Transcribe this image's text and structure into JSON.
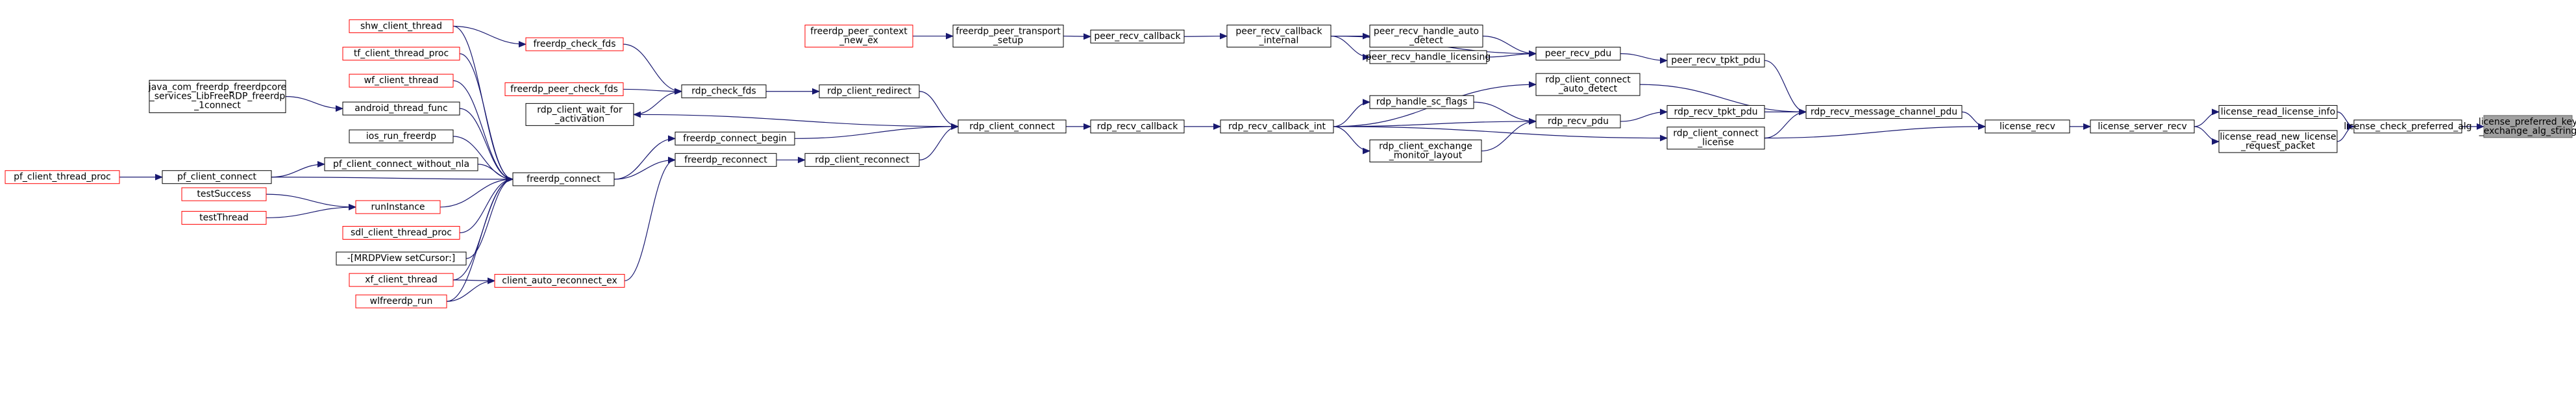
{
  "colors": {
    "edge": "#191970",
    "box_border_black": "#000000",
    "box_border_red": "#ff0000",
    "box_fill": "#ffffff",
    "root_fill": "#a0a0a0",
    "root_border": "#666666"
  },
  "nodes": [
    {
      "id": "root",
      "lines": [
        "license_preferred_key",
        "_exchange_alg_string"
      ],
      "style": "root"
    },
    {
      "id": "lcpa",
      "lines": [
        "license_check_preferred_alg"
      ],
      "style": "black"
    },
    {
      "id": "lrli",
      "lines": [
        "license_read_license_info"
      ],
      "style": "black"
    },
    {
      "id": "lrnl",
      "lines": [
        "license_read_new_license",
        "_request_packet"
      ],
      "style": "black"
    },
    {
      "id": "lsr",
      "lines": [
        "license_server_recv"
      ],
      "style": "black"
    },
    {
      "id": "lr",
      "lines": [
        "license_recv"
      ],
      "style": "black"
    },
    {
      "id": "rrmcp",
      "lines": [
        "rdp_recv_message_channel_pdu"
      ],
      "style": "black"
    },
    {
      "id": "rccl",
      "lines": [
        "rdp_client_connect",
        "_license"
      ],
      "style": "black"
    },
    {
      "id": "rrtp",
      "lines": [
        "rdp_recv_tpkt_pdu"
      ],
      "style": "black"
    },
    {
      "id": "prtp",
      "lines": [
        "peer_recv_tpkt_pdu"
      ],
      "style": "black"
    },
    {
      "id": "rcad",
      "lines": [
        "rdp_client_connect",
        "_auto_detect"
      ],
      "style": "black"
    },
    {
      "id": "rrp",
      "lines": [
        "rdp_recv_pdu"
      ],
      "style": "black"
    },
    {
      "id": "prp",
      "lines": [
        "peer_recv_pdu"
      ],
      "style": "black"
    },
    {
      "id": "rrci",
      "lines": [
        "rdp_recv_callback_int"
      ],
      "style": "black"
    },
    {
      "id": "rhsf",
      "lines": [
        "rdp_handle_sc_flags"
      ],
      "style": "black"
    },
    {
      "id": "rceml",
      "lines": [
        "rdp_client_exchange",
        "_monitor_layout"
      ],
      "style": "black"
    },
    {
      "id": "prha",
      "lines": [
        "peer_recv_handle_auto",
        "_detect"
      ],
      "style": "black"
    },
    {
      "id": "prhl",
      "lines": [
        "peer_recv_handle_licensing"
      ],
      "style": "black"
    },
    {
      "id": "prci",
      "lines": [
        "peer_recv_callback",
        "_internal"
      ],
      "style": "black"
    },
    {
      "id": "rrc",
      "lines": [
        "rdp_recv_callback"
      ],
      "style": "black"
    },
    {
      "id": "prc",
      "lines": [
        "peer_recv_callback"
      ],
      "style": "black"
    },
    {
      "id": "rcc",
      "lines": [
        "rdp_client_connect"
      ],
      "style": "black"
    },
    {
      "id": "fpts",
      "lines": [
        "freerdp_peer_transport",
        "_setup"
      ],
      "style": "black"
    },
    {
      "id": "fpcn",
      "lines": [
        "freerdp_peer_context",
        "_new_ex"
      ],
      "style": "red"
    },
    {
      "id": "rcr",
      "lines": [
        "rdp_client_redirect"
      ],
      "style": "black"
    },
    {
      "id": "rcrc",
      "lines": [
        "rdp_client_reconnect"
      ],
      "style": "black"
    },
    {
      "id": "rcfds",
      "lines": [
        "rdp_check_fds"
      ],
      "style": "black"
    },
    {
      "id": "fcb",
      "lines": [
        "freerdp_connect_begin"
      ],
      "style": "black"
    },
    {
      "id": "frc",
      "lines": [
        "freerdp_reconnect"
      ],
      "style": "black"
    },
    {
      "id": "rcwa",
      "lines": [
        "rdp_client_wait_for",
        "_activation"
      ],
      "style": "black"
    },
    {
      "id": "fcfds",
      "lines": [
        "freerdp_check_fds"
      ],
      "style": "red"
    },
    {
      "id": "fpcf",
      "lines": [
        "freerdp_peer_check_fds"
      ],
      "style": "red"
    },
    {
      "id": "fc",
      "lines": [
        "freerdp_connect"
      ],
      "style": "black"
    },
    {
      "id": "care",
      "lines": [
        "client_auto_reconnect_ex"
      ],
      "style": "red"
    },
    {
      "id": "shw",
      "lines": [
        "shw_client_thread"
      ],
      "style": "red"
    },
    {
      "id": "tfct",
      "lines": [
        "tf_client_thread_proc"
      ],
      "style": "red"
    },
    {
      "id": "wfct",
      "lines": [
        "wf_client_thread"
      ],
      "style": "red"
    },
    {
      "id": "atf",
      "lines": [
        "android_thread_func"
      ],
      "style": "black"
    },
    {
      "id": "jni",
      "lines": [
        "java_com_freerdp_freerdpcore",
        "_services_LibFreeRDP_freerdp",
        "_1connect"
      ],
      "style": "black"
    },
    {
      "id": "ios",
      "lines": [
        "ios_run_freerdp"
      ],
      "style": "black"
    },
    {
      "id": "pccn",
      "lines": [
        "pf_client_connect_without_nla"
      ],
      "style": "black"
    },
    {
      "id": "pcc",
      "lines": [
        "pf_client_connect"
      ],
      "style": "black"
    },
    {
      "id": "pctp",
      "lines": [
        "pf_client_thread_proc"
      ],
      "style": "red"
    },
    {
      "id": "ri",
      "lines": [
        "runInstance"
      ],
      "style": "red"
    },
    {
      "id": "ts",
      "lines": [
        "testSuccess"
      ],
      "style": "red"
    },
    {
      "id": "tt",
      "lines": [
        "testThread"
      ],
      "style": "red"
    },
    {
      "id": "sdl",
      "lines": [
        "sdl_client_thread_proc"
      ],
      "style": "red"
    },
    {
      "id": "mrdp",
      "lines": [
        "-[MRDPView setCursor:]"
      ],
      "style": "black"
    },
    {
      "id": "xfct",
      "lines": [
        "xf_client_thread"
      ],
      "style": "red"
    },
    {
      "id": "wlf",
      "lines": [
        "wlfreerdp_run"
      ],
      "style": "red"
    }
  ],
  "edges": [
    [
      "lcpa",
      "root"
    ],
    [
      "lrli",
      "lcpa"
    ],
    [
      "lrnl",
      "lcpa"
    ],
    [
      "lsr",
      "lrli"
    ],
    [
      "lsr",
      "lrnl"
    ],
    [
      "lr",
      "lsr"
    ],
    [
      "rrmcp",
      "lr"
    ],
    [
      "rccl",
      "lr"
    ],
    [
      "rrtp",
      "rrmcp"
    ],
    [
      "prtp",
      "rrmcp"
    ],
    [
      "rcad",
      "rrmcp"
    ],
    [
      "rccl",
      "rrmcp"
    ],
    [
      "rrp",
      "rrtp"
    ],
    [
      "prp",
      "prtp"
    ],
    [
      "rrci",
      "rrp"
    ],
    [
      "rhsf",
      "rrp"
    ],
    [
      "rceml",
      "rrp"
    ],
    [
      "prha",
      "prp"
    ],
    [
      "prhl",
      "prp"
    ],
    [
      "prci",
      "prp"
    ],
    [
      "rrci",
      "rccl"
    ],
    [
      "rrci",
      "rcad"
    ],
    [
      "rrci",
      "rhsf"
    ],
    [
      "rrci",
      "rceml"
    ],
    [
      "rrc",
      "rrci"
    ],
    [
      "rcc",
      "rrc"
    ],
    [
      "prci",
      "prha"
    ],
    [
      "prci",
      "prhl"
    ],
    [
      "prc",
      "prci"
    ],
    [
      "fpts",
      "prc"
    ],
    [
      "fpcn",
      "fpts"
    ],
    [
      "rcr",
      "rcc"
    ],
    [
      "rcrc",
      "rcc"
    ],
    [
      "fcb",
      "rcc"
    ],
    [
      "rcc",
      "rcwa"
    ],
    [
      "rcfds",
      "rcr"
    ],
    [
      "frc",
      "rcrc"
    ],
    [
      "fcfds",
      "rcfds"
    ],
    [
      "fpcf",
      "rcfds"
    ],
    [
      "rcwa",
      "rcfds"
    ],
    [
      "fc",
      "fcb"
    ],
    [
      "care",
      "frc"
    ],
    [
      "fc",
      "frc"
    ],
    [
      "shw",
      "fcfds"
    ],
    [
      "shw",
      "fc"
    ],
    [
      "tfct",
      "fc"
    ],
    [
      "wfct",
      "fc"
    ],
    [
      "atf",
      "fc"
    ],
    [
      "ios",
      "fc"
    ],
    [
      "pccn",
      "fc"
    ],
    [
      "pcc",
      "fc"
    ],
    [
      "ri",
      "fc"
    ],
    [
      "sdl",
      "fc"
    ],
    [
      "mrdp",
      "fc"
    ],
    [
      "xfct",
      "fc"
    ],
    [
      "wlf",
      "fc"
    ],
    [
      "jni",
      "atf"
    ],
    [
      "pcc",
      "pccn"
    ],
    [
      "pctp",
      "pcc"
    ],
    [
      "ts",
      "ri"
    ],
    [
      "tt",
      "ri"
    ],
    [
      "xfct",
      "care"
    ],
    [
      "wlf",
      "care"
    ]
  ]
}
